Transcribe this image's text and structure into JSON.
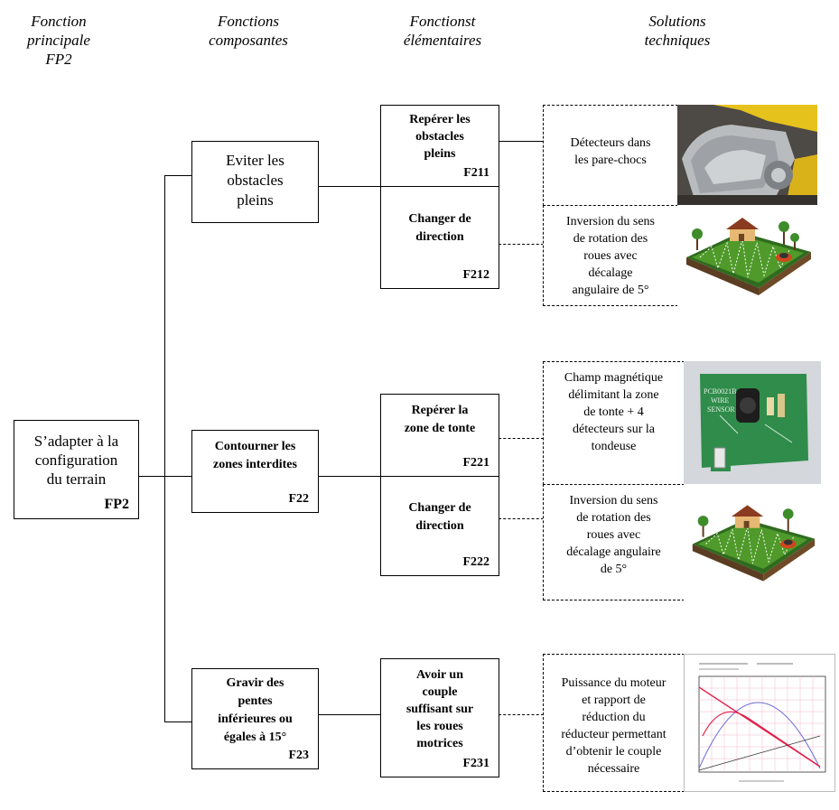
{
  "headers": {
    "fp": [
      "Fonction",
      "principale",
      "FP2"
    ],
    "fc": [
      "Fonctions",
      "composantes"
    ],
    "fe": [
      "Fonctionst",
      "élémentaires"
    ],
    "st": [
      "Solutions",
      "techniques"
    ]
  },
  "main": {
    "label_lines": [
      "S’adapter à la",
      "configuration",
      "du terrain"
    ],
    "code": "FP2"
  },
  "components": [
    {
      "label_lines": [
        "Eviter les",
        "obstacles",
        "pleins"
      ],
      "code": ""
    },
    {
      "label_lines": [
        "Contourner les",
        "zones interdites"
      ],
      "code": "F22"
    },
    {
      "label_lines": [
        "Gravir des",
        "pentes",
        "inférieures ou",
        "égales à 15°"
      ],
      "code": "F23"
    }
  ],
  "elementary": [
    {
      "label_lines": [
        "Repérer les",
        "obstacles",
        "pleins"
      ],
      "code": "F211"
    },
    {
      "label_lines": [
        "Changer de",
        "direction"
      ],
      "code": "F212"
    },
    {
      "label_lines": [
        "Repérer la",
        "zone de tonte"
      ],
      "code": "F221"
    },
    {
      "label_lines": [
        "Changer de",
        "direction"
      ],
      "code": "F222"
    },
    {
      "label_lines": [
        "Avoir un",
        "couple",
        "suffisant sur",
        "les roues",
        "motrices"
      ],
      "code": "F231"
    }
  ],
  "solutions": [
    {
      "lines": [
        "Détecteurs dans",
        "les pare-chocs"
      ]
    },
    {
      "lines": [
        "Inversion du sens",
        "de rotation des",
        "roues avec",
        "décalage",
        "angulaire de 5°"
      ]
    },
    {
      "lines": [
        "Champ magnétique",
        "délimitant la zone",
        "de tonte + 4",
        "détecteurs sur la",
        "tondeuse"
      ]
    },
    {
      "lines": [
        "Inversion du sens",
        "de rotation des",
        "roues avec",
        "décalage angulaire",
        "de 5°"
      ]
    },
    {
      "lines": [
        "Puissance du moteur",
        "et rapport de",
        "réduction du",
        "réducteur permettant",
        "d’obtenir le couple",
        "nécessaire"
      ]
    }
  ],
  "images": {
    "bumper": "bumper-photo",
    "lawn": "lawn-mower-illustration",
    "sensor": "wire-sensor-board-photo",
    "motor": "motor-characteristic-chart",
    "sensor_board_text": [
      "PCB0021B",
      "WIRE",
      "SENSOR"
    ]
  }
}
